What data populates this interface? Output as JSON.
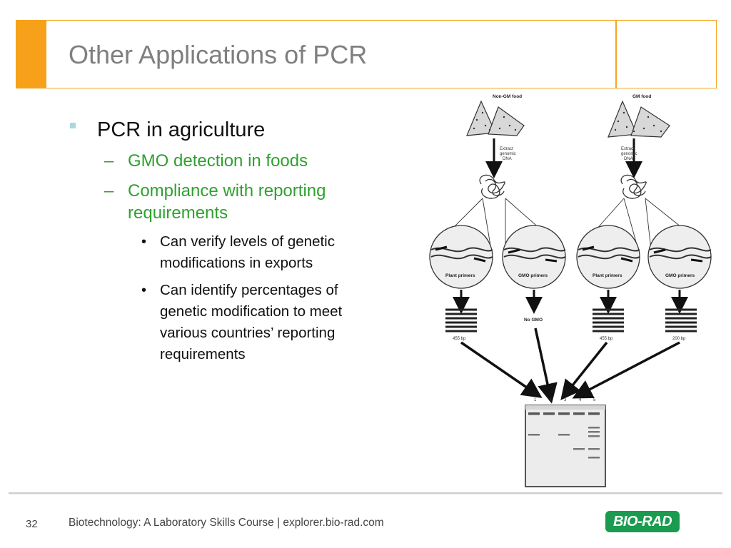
{
  "slide": {
    "title": "Other Applications of PCR",
    "bullets": {
      "l1": "PCR in agriculture",
      "l2a": "GMO detection in foods",
      "l2b": "Compliance with reporting requirements",
      "l3a": "Can verify levels of genetic modifications in exports",
      "l3b": "Can identify percentages of genetic modification to meet various countries’ reporting requirements",
      "dash": "–",
      "dot": "•"
    },
    "colors": {
      "accent": "#f7a11a",
      "sub_bullet": "#2ea12e",
      "bullet_marker": "#a8d8e0"
    }
  },
  "figure": {
    "nongm_label": "Non-GM food",
    "gm_label": "GM food",
    "extract_label": [
      "Extract",
      "genomic",
      "DNA"
    ],
    "plant_primers": "Plant primers",
    "gmo_primers": "GMO primers",
    "bp_455": "455 bp",
    "no_gmo": "No GMO",
    "bp_200": "200 bp",
    "lanes": [
      "1",
      "2",
      "3",
      "4",
      "5"
    ]
  },
  "footer": {
    "page_number": "32",
    "text": "Biotechnology: A Laboratory Skills Course  |   explorer.bio-rad.com",
    "logo": "BIO-RAD"
  }
}
